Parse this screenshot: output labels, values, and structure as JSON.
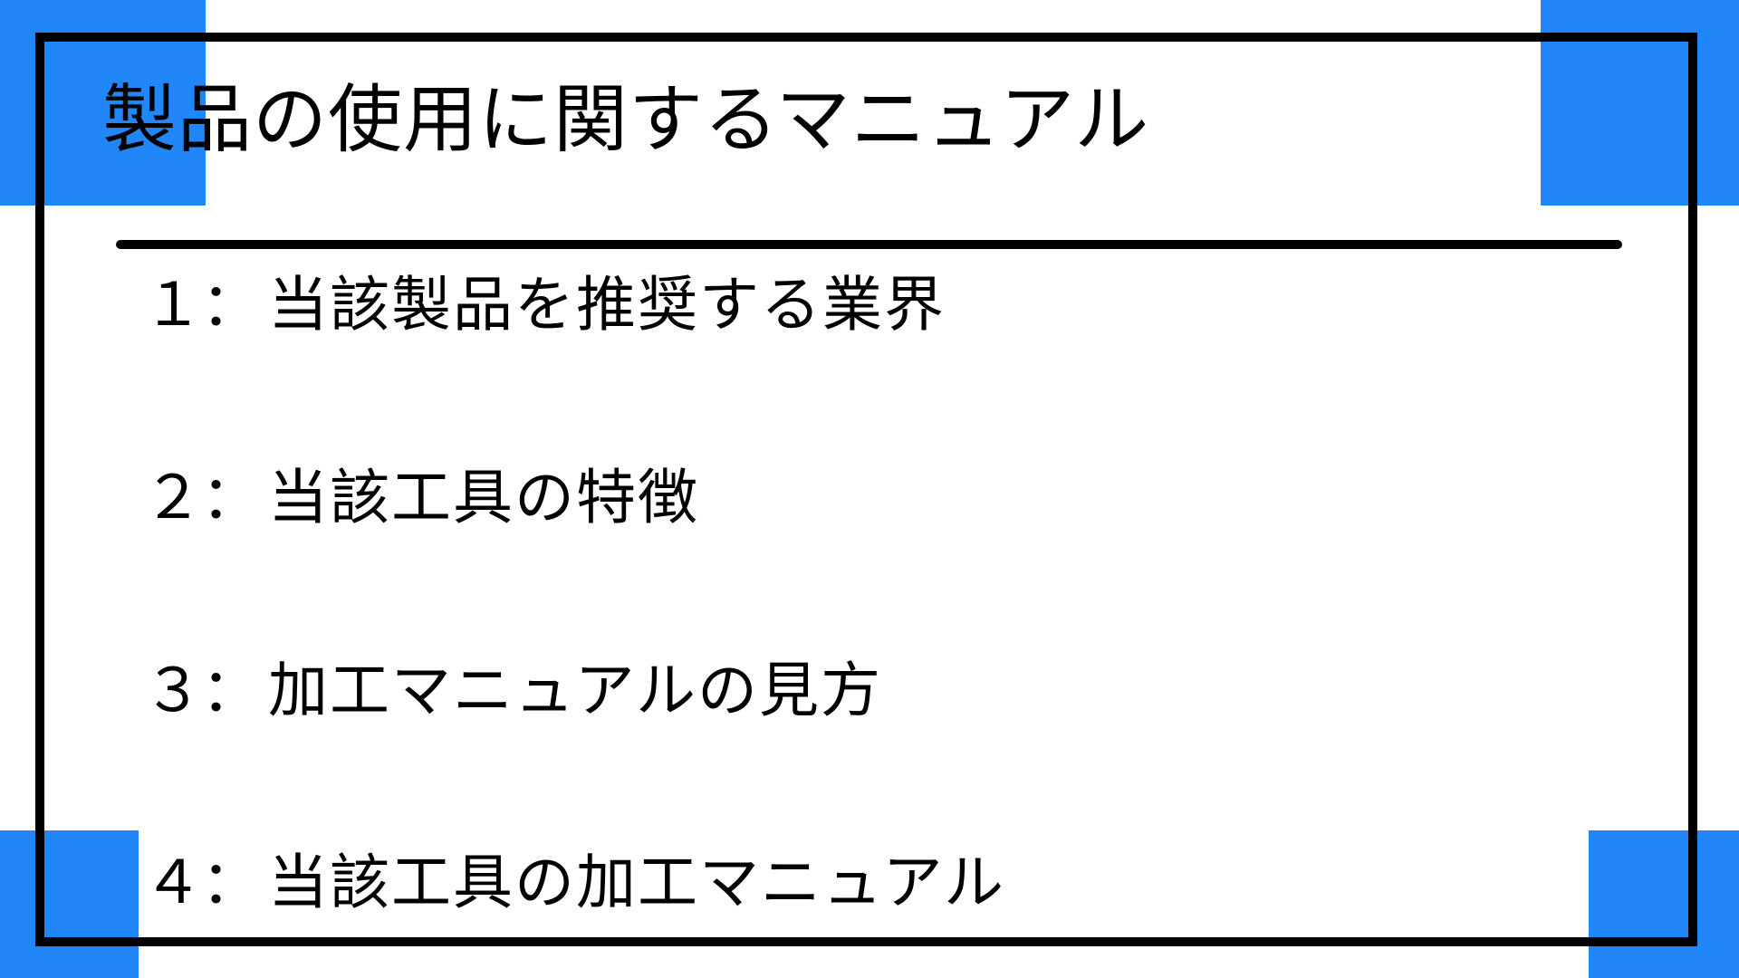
{
  "slide": {
    "title": "製品の使用に関するマニュアル",
    "accent_color": "#2186f7",
    "frame_color": "#000000",
    "background_color": "#ffffff",
    "agenda": [
      {
        "number": "１",
        "separator": "：",
        "text": "当該製品を推奨する業界"
      },
      {
        "number": "２",
        "separator": "：",
        "text": "当該工具の特徴"
      },
      {
        "number": "３",
        "separator": "：",
        "text": "加工マニュアルの見方"
      },
      {
        "number": "４",
        "separator": "：",
        "text": "当該工具の加工マニュアル"
      }
    ]
  }
}
